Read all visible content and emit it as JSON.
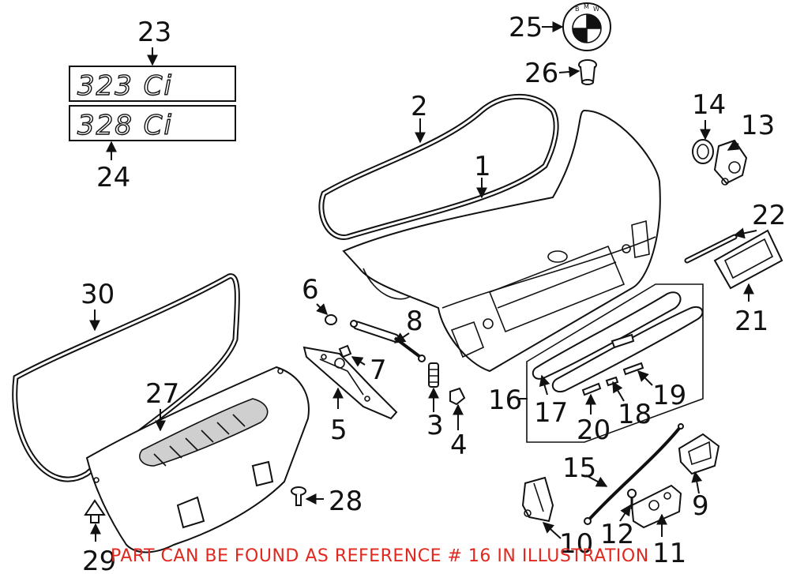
{
  "callouts": [
    "1",
    "2",
    "3",
    "4",
    "5",
    "6",
    "7",
    "8",
    "9",
    "10",
    "11",
    "12",
    "13",
    "14",
    "15",
    "16",
    "17",
    "18",
    "19",
    "20",
    "21",
    "22",
    "23",
    "24",
    "25",
    "26",
    "27",
    "28",
    "29",
    "30"
  ],
  "emblems": {
    "top": "323 Ci",
    "bottom": "328 Ci"
  },
  "logo_text": {
    "b": "B",
    "m": "M",
    "w": "W"
  },
  "footnote": "PART CAN BE FOUND AS REFERENCE # 16 IN ILLUSTRATION",
  "colors": {
    "footnote": "#e0281f",
    "line": "#111111"
  }
}
